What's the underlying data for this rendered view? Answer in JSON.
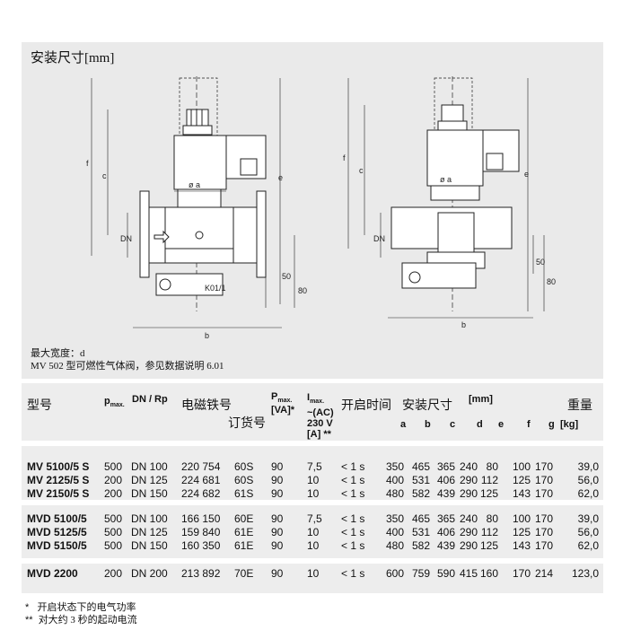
{
  "drawing": {
    "title": "安装尺寸[mm]",
    "labels": {
      "f": "f",
      "c": "c",
      "e": "e",
      "b": "b",
      "dn": "DN",
      "oa": "ø a",
      "d50": "50",
      "d80": "80",
      "k01": "K01/1"
    },
    "note1": "最大宽度：d",
    "note2": "MV 502 型可燃性气体阀，参见数据说明 6.01"
  },
  "table": {
    "headers": {
      "model": "型号",
      "pmax": "p",
      "pmax_sub": "max.",
      "dn": "DN / Rp",
      "coil": "电磁铁号",
      "order": "订货号",
      "power": "P",
      "power_sub": "max.",
      "power_unit": "[VA]*",
      "current": "I",
      "current_sub": "max.",
      "current_l2": "~(AC)",
      "current_l3": "230 V",
      "current_l4": "[A] **",
      "time": "开启时间",
      "dims": "安装尺寸",
      "dims_unit": "[mm]",
      "a": "a",
      "b": "b",
      "c": "c",
      "d": "d",
      "e": "e",
      "f": "f",
      "g": "g",
      "weight": "重量",
      "weight_unit": "[kg]"
    },
    "rows": [
      [
        "MV 5100/5 S",
        "500",
        "DN 100",
        "220 754",
        "60S",
        "90",
        "7,5",
        "< 1 s",
        "350",
        "465",
        "365",
        "240",
        "80",
        "100",
        "170",
        "39,0"
      ],
      [
        "MV 2125/5 S",
        "200",
        "DN 125",
        "224 681",
        "60S",
        "90",
        "10",
        "< 1 s",
        "400",
        "531",
        "406",
        "290",
        "112",
        "125",
        "170",
        "56,0"
      ],
      [
        "MV 2150/5 S",
        "200",
        "DN 150",
        "224 682",
        "61S",
        "90",
        "10",
        "< 1 s",
        "480",
        "582",
        "439",
        "290",
        "125",
        "143",
        "170",
        "62,0"
      ],
      [
        "MVD 5100/5",
        "500",
        "DN 100",
        "166 150",
        "60E",
        "90",
        "7,5",
        "< 1 s",
        "350",
        "465",
        "365",
        "240",
        "80",
        "100",
        "170",
        "39,0"
      ],
      [
        "MVD 5125/5",
        "500",
        "DN 125",
        "159 840",
        "61E",
        "90",
        "10",
        "< 1 s",
        "400",
        "531",
        "406",
        "290",
        "112",
        "125",
        "170",
        "56,0"
      ],
      [
        "MVD 5150/5",
        "500",
        "DN 150",
        "160 350",
        "61E",
        "90",
        "10",
        "< 1 s",
        "480",
        "582",
        "439",
        "290",
        "125",
        "143",
        "170",
        "62,0"
      ],
      [
        "MVD 2200",
        "200",
        "DN 200",
        "213 892",
        "70E",
        "90",
        "10",
        "< 1 s",
        "600",
        "759",
        "590",
        "415",
        "160",
        "170",
        "214",
        "123,0"
      ]
    ]
  },
  "footnotes": {
    "f1_mark": "*",
    "f1_text": "开启状态下的电气功率",
    "f2_mark": "**",
    "f2_text": "对大约 3 秒的起动电流"
  }
}
